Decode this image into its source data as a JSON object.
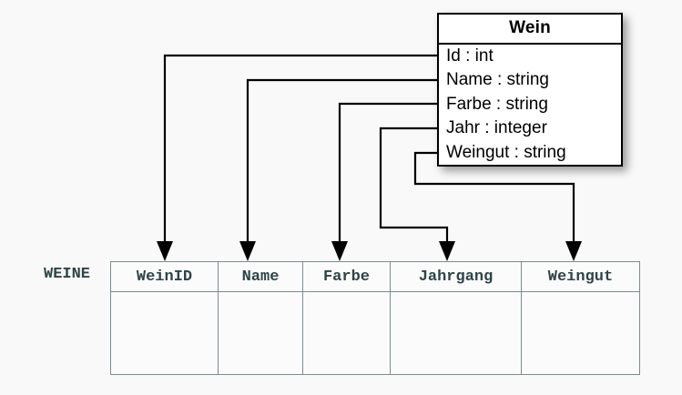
{
  "diagram": {
    "background_color": "#f9f9f9",
    "line_color": "#000000",
    "table_border_color": "#7c8c90",
    "table_text_color": "#2f4448"
  },
  "uml_class": {
    "name": "Wein",
    "attributes": [
      {
        "label": "Id : int",
        "field": "Id",
        "type": "int"
      },
      {
        "label": "Name : string",
        "field": "Name",
        "type": "string"
      },
      {
        "label": "Farbe : string",
        "field": "Farbe",
        "type": "string"
      },
      {
        "label": "Jahr : integer",
        "field": "Jahr",
        "type": "integer"
      },
      {
        "label": "Weingut : string",
        "field": "Weingut",
        "type": "string"
      }
    ]
  },
  "relational_table": {
    "name": "WEINE",
    "columns": [
      {
        "label": "WeinID"
      },
      {
        "label": "Name"
      },
      {
        "label": "Farbe"
      },
      {
        "label": "Jahrgang"
      },
      {
        "label": "Weingut"
      }
    ],
    "rows": [
      {
        "cells": [
          "",
          "",
          "",
          "",
          ""
        ]
      }
    ]
  },
  "mappings": [
    {
      "from": "Id",
      "to": "WeinID"
    },
    {
      "from": "Name",
      "to": "Name"
    },
    {
      "from": "Farbe",
      "to": "Farbe"
    },
    {
      "from": "Jahr",
      "to": "Jahrgang"
    },
    {
      "from": "Weingut",
      "to": "Weingut"
    }
  ]
}
